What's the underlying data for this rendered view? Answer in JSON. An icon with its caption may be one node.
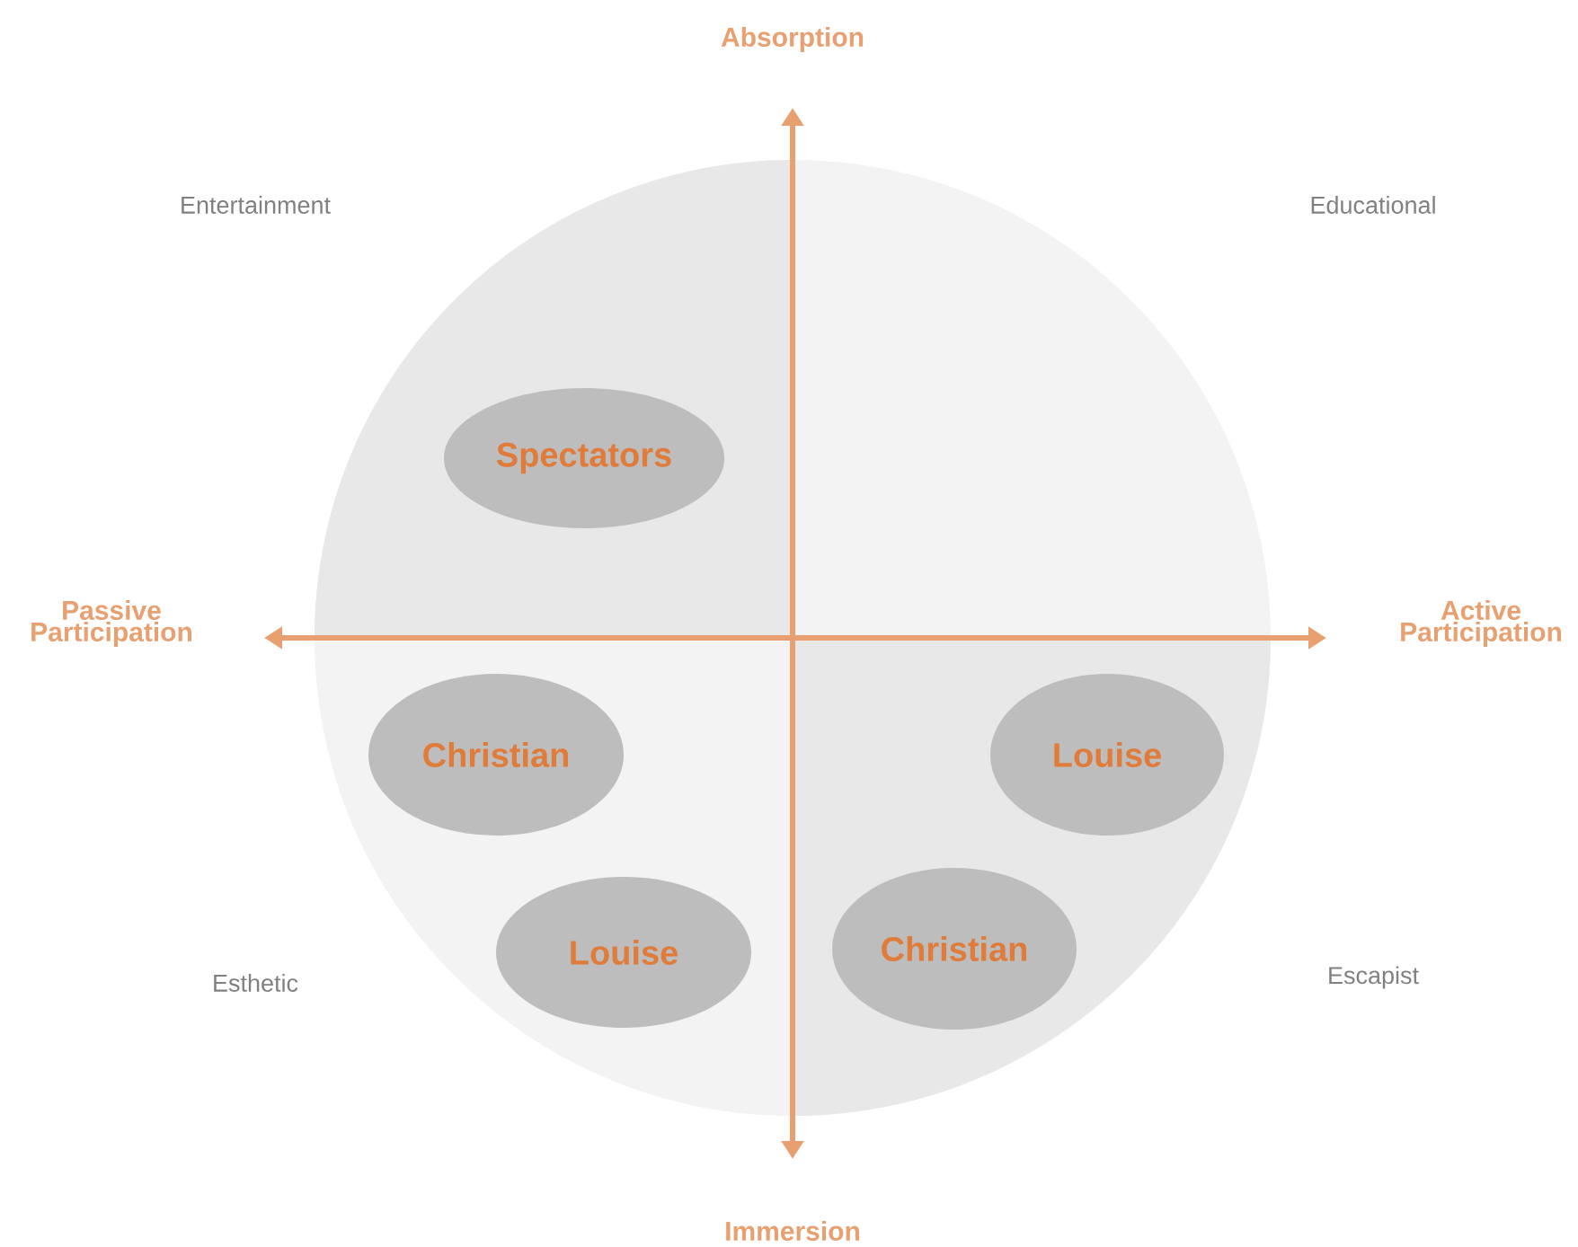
{
  "diagram": {
    "nodes": [
      {
        "text": [],
        "shape": "circle"
      },
      {
        "text": [
          "Spectators"
        ],
        "in": 0
      },
      {
        "text": [
          "Christian"
        ],
        "in": 0
      },
      {
        "text": [
          "Louise"
        ],
        "in": 0
      },
      {
        "text": [
          "Louise"
        ],
        "in": 0
      },
      {
        "text": [
          "Christian"
        ],
        "in": 0
      }
    ],
    "labels": [
      "Absorption",
      "Entertainment",
      "Educational",
      "Passive Participation",
      "Active Participation",
      "Esthetic",
      "Escapist",
      "Immersion"
    ]
  }
}
